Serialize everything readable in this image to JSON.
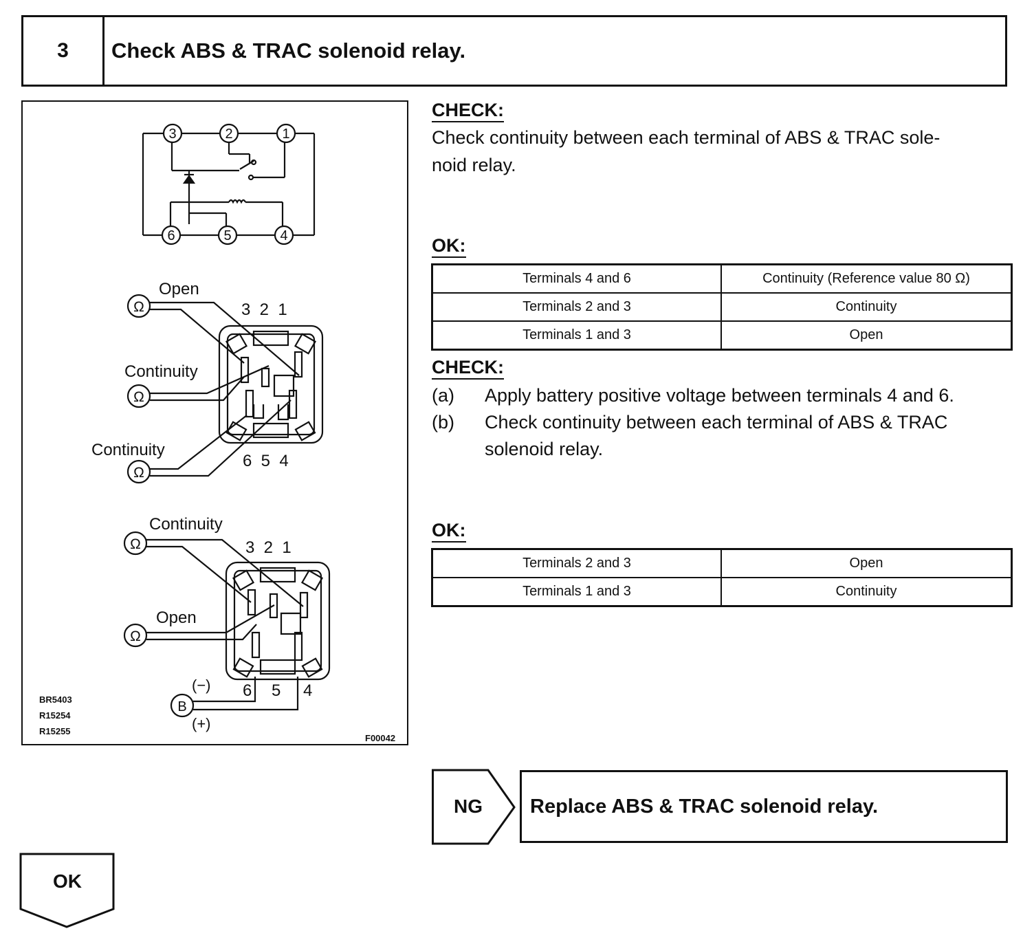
{
  "step": {
    "number": "3",
    "title": "Check ABS & TRAC solenoid relay."
  },
  "figure": {
    "schematic_terminals": [
      "3",
      "2",
      "1",
      "6",
      "5",
      "4"
    ],
    "view1": {
      "labels": [
        "Open",
        "Continuity",
        "Continuity"
      ],
      "meter_symbol": "Ω",
      "top_terminals": "3  2  1",
      "bottom_terminals": "6  5  4"
    },
    "view2": {
      "labels": [
        "Continuity",
        "Open"
      ],
      "meter_symbol": "Ω",
      "top_terminals": "3  2  1",
      "bottom_terminals": [
        "6",
        "5",
        "4"
      ],
      "battery_symbol": "B",
      "minus": "(−)",
      "plus": "(+)"
    },
    "codes": [
      "BR5403",
      "R15254",
      "R15255"
    ],
    "figure_id": "F00042"
  },
  "check1": {
    "heading": "CHECK:",
    "text_line1": "Check continuity between each terminal of ABS & TRAC sole-",
    "text_line2": "noid relay."
  },
  "ok1": {
    "heading": "OK:",
    "rows": [
      {
        "terminals": "Terminals 4 and 6",
        "result": "Continuity (Reference value 80 Ω)"
      },
      {
        "terminals": "Terminals 2 and 3",
        "result": "Continuity"
      },
      {
        "terminals": "Terminals 1 and 3",
        "result": "Open"
      }
    ]
  },
  "check2": {
    "heading": "CHECK:",
    "items": [
      {
        "marker": "(a)",
        "line1": "Apply battery positive voltage between terminals 4 and 6.",
        "line2": ""
      },
      {
        "marker": "(b)",
        "line1": "Check continuity between each terminal of ABS & TRAC",
        "line2": "solenoid relay."
      }
    ]
  },
  "ok2": {
    "heading": "OK:",
    "rows": [
      {
        "terminals": "Terminals 2 and 3",
        "result": "Open"
      },
      {
        "terminals": "Terminals 1 and 3",
        "result": "Continuity"
      }
    ]
  },
  "ng": {
    "label": "NG",
    "action": "Replace ABS & TRAC solenoid relay."
  },
  "ok_next": {
    "label": "OK"
  }
}
